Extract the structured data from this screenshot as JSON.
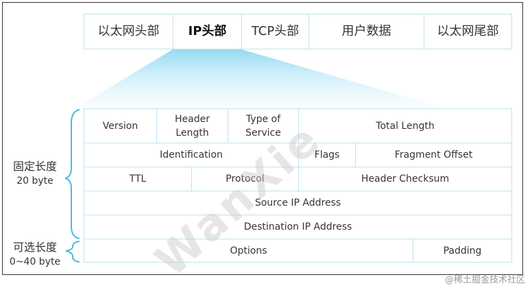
{
  "frame_segments": [
    "以太网头部",
    "IP头部",
    "TCP头部",
    "用户数据",
    "以太网尾部"
  ],
  "ip_header": {
    "row1": [
      "Version",
      "Header Length",
      "Type of Service",
      "Total Length"
    ],
    "row2": [
      "Identification",
      "Flags",
      "Fragment Offset"
    ],
    "row3": [
      "TTL",
      "Protocol",
      "Header Checksum"
    ],
    "row4": [
      "Source IP Address"
    ],
    "row5": [
      "Destination IP Address"
    ],
    "row6": [
      "Options",
      "Padding"
    ]
  },
  "labels": {
    "fixed_title": "固定长度",
    "fixed_size": "20 byte",
    "optional_title": "可选长度",
    "optional_size": "0~40 byte"
  },
  "watermark": "WanXie",
  "credit": "@稀土掘金技术社区",
  "colors": {
    "border": "#bfe3ee",
    "brace": "#4fb8d8",
    "highlight": "#8fd8f2"
  }
}
